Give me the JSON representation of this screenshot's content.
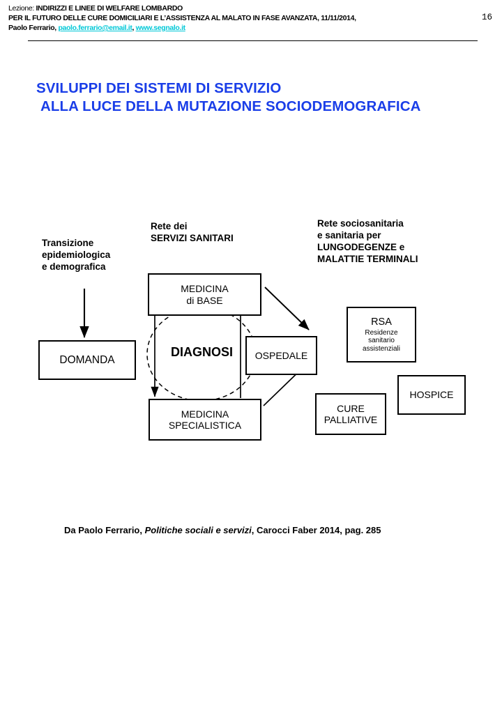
{
  "header": {
    "line1_prefix": "Lezione: ",
    "line1_bold": "INDIRIZZI E LINEE DI WELFARE LOMBARDO",
    "line2": "PER IL FUTURO DELLE CURE DOMICILIARI E L’ASSISTENZA AL MALATO IN FASE AVANZATA, 11/11/2014,",
    "line3_author": "Paolo Ferrario, ",
    "line3_email": "paolo.ferrario@email.it",
    "line3_sep": ", ",
    "line3_site": "www.segnalo.it",
    "page_number": "16",
    "link_color": "#00c8d7"
  },
  "title": {
    "line1": "SVILUPPI DEI SISTEMI DI SERVIZIO",
    "line2": "ALLA LUCE DELLA MUTAZIONE SOCIODEMOGRAFICA",
    "color": "#1a3ee8"
  },
  "diagram": {
    "group_labels": [
      {
        "name": "demographic-transition-label",
        "text": "Transizione\nepidemiologica\ne demografica"
      },
      {
        "name": "health-services-network-label",
        "text": "Rete dei\nSERVIZI SANITARI"
      },
      {
        "name": "social-health-network-label",
        "text": "Rete sociosanitaria\ne sanitaria per\nLUNGODEGENZE e\nMALATTIE TERMINALI"
      }
    ],
    "nodes": {
      "domanda": "DOMANDA",
      "medicina_base_l1": "MEDICINA",
      "medicina_base_l2": "di BASE",
      "medicina_spec_l1": "MEDICINA",
      "medicina_spec_l2": "SPECIALISTICA",
      "ospedale": "OSPEDALE",
      "rsa_title": "RSA",
      "rsa_l1": "Residenze",
      "rsa_l2": "sanitario",
      "rsa_l3": "assistenziali",
      "hospice": "HOSPICE",
      "cure_palliative_l1": "CURE",
      "cure_palliative_l2": "PALLIATIVE"
    },
    "ellipse_label": "DIAGNOSI"
  },
  "caption": {
    "part1": "Da Paolo Ferrario, ",
    "italic": "Politiche sociali e servizi",
    "part2": ", Carocci Faber 2014, pag. 285"
  }
}
